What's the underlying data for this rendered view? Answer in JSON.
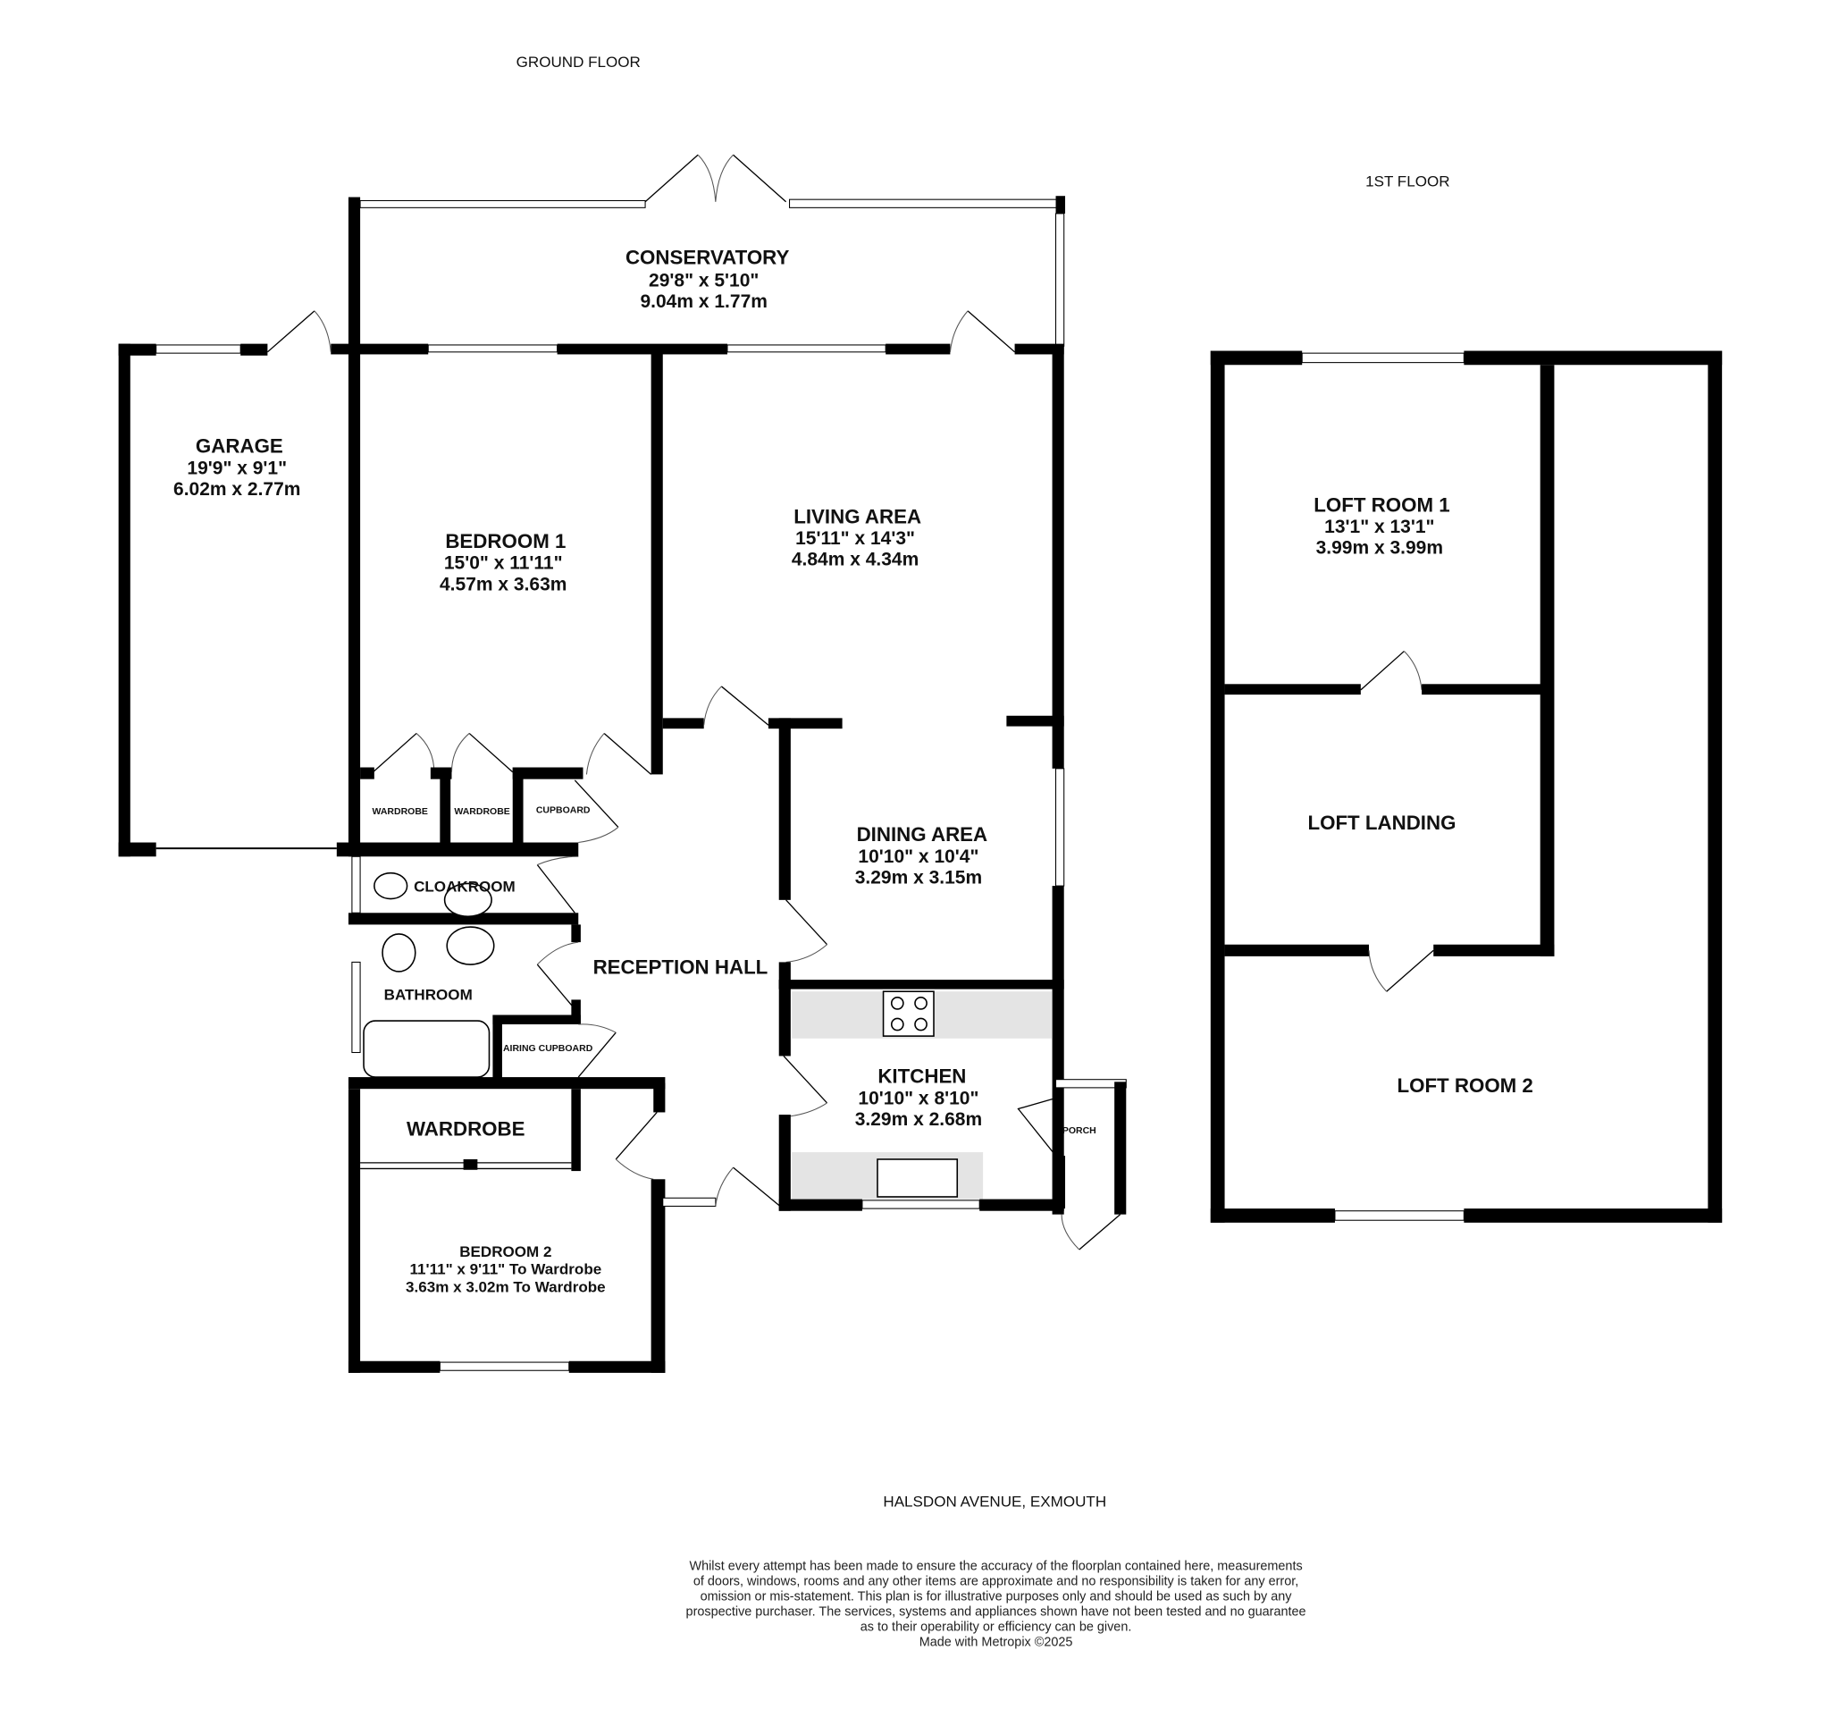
{
  "headings": {
    "ground_floor": "GROUND FLOOR",
    "first_floor": "1ST FLOOR",
    "address": "HALSDON AVENUE, EXMOUTH"
  },
  "rooms": {
    "conservatory": {
      "name": "CONSERVATORY",
      "imperial": "29'8\"  x 5'10\"",
      "metric": "9.04m  x 1.77m"
    },
    "garage": {
      "name": "GARAGE",
      "imperial": "19'9\"  x 9'1\"",
      "metric": "6.02m  x 2.77m"
    },
    "bedroom1": {
      "name": "BEDROOM 1",
      "imperial": "15'0\"  x 11'11\"",
      "metric": "4.57m  x 3.63m"
    },
    "living": {
      "name": "LIVING AREA",
      "imperial": "15'11\"  x 14'3\"",
      "metric": "4.84m  x 4.34m"
    },
    "dining": {
      "name": "DINING AREA",
      "imperial": "10'10\"  x 10'4\"",
      "metric": "3.29m  x 3.15m"
    },
    "kitchen": {
      "name": "KITCHEN",
      "imperial": "10'10\"  x 8'10\"",
      "metric": "3.29m  x 2.68m"
    },
    "bedroom2": {
      "name": "BEDROOM 2",
      "imperial": "11'11\"  x 9'11\" To Wardrobe",
      "metric": "3.63m  x 3.02m To Wardrobe"
    },
    "reception_hall": {
      "name": "RECEPTION HALL"
    },
    "cloakroom": {
      "name": "CLOAKROOM"
    },
    "bathroom": {
      "name": "BATHROOM"
    },
    "airing_cupboard": {
      "name": "AIRING CUPBOARD"
    },
    "wardrobe_a": {
      "name": "WARDROBE"
    },
    "wardrobe_b": {
      "name": "WARDROBE"
    },
    "cupboard": {
      "name": "CUPBOARD"
    },
    "wardrobe_bed2": {
      "name": "WARDROBE"
    },
    "porch": {
      "name": "PORCH"
    },
    "loft_room1": {
      "name": "LOFT ROOM 1",
      "imperial": "13'1\"  x 13'1\"",
      "metric": "3.99m  x 3.99m"
    },
    "loft_landing": {
      "name": "LOFT LANDING"
    },
    "loft_room2": {
      "name": "LOFT ROOM 2"
    }
  },
  "disclaimer": [
    "Whilst every attempt has been made to ensure the accuracy of the floorplan contained here, measurements",
    "of doors, windows, rooms and any other items are approximate and no responsibility is taken for any error,",
    "omission or mis-statement. This plan is for illustrative purposes only and should be used as such by any",
    "prospective purchaser. The services, systems and appliances shown have not been tested and no guarantee",
    "as to their operability or efficiency can be given.",
    "Made with Metropix ©2025"
  ]
}
